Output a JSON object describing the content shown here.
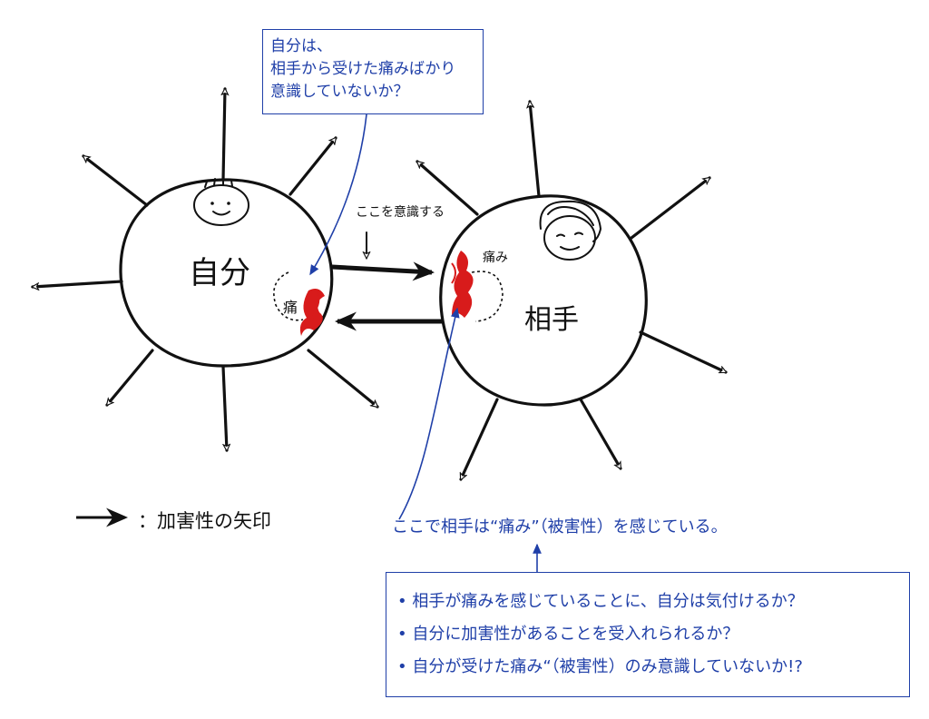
{
  "self_label": "自分",
  "other_label": "相手",
  "pain_label_self": "痛",
  "pain_label_other": "痛み",
  "focus_label": "ここを意識する",
  "note_top": {
    "lines": [
      "自分は、",
      "相手から受けた痛みばかり",
      "意識していないか？"
    ]
  },
  "caption": "ここで相手は“痛み”（被害性）を感じている。",
  "note_bottom": {
    "items": [
      "相手が痛みを感じていることに、自分は気付けるか？",
      "自分に加害性があることを受入れられるか？",
      "自分が受けた痛み“（被害性）のみ意識していないか!?"
    ]
  },
  "legend": {
    "text": "：加害性の矢印"
  },
  "colors": {
    "ink": "#111111",
    "pain": "#d81b1b",
    "note": "#1f3fa8"
  }
}
